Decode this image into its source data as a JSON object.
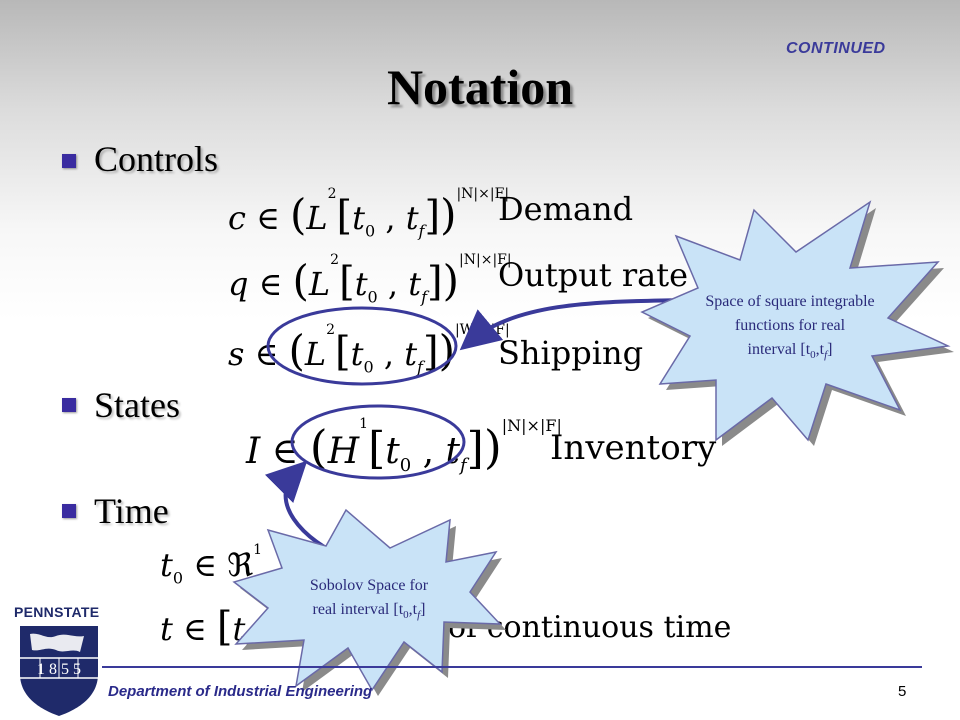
{
  "header": {
    "continued": "CONTINUED",
    "title": "Notation"
  },
  "bullets": {
    "controls": "Controls",
    "states": "States",
    "time": "Time"
  },
  "controls": [
    {
      "var": "c",
      "space": "L",
      "exp": "2",
      "dim": "|N|×|F|",
      "label": "Demand"
    },
    {
      "var": "q",
      "space": "L",
      "exp": "2",
      "dim": "|N|×|F|",
      "label": "Output rate"
    },
    {
      "var": "s",
      "space": "L",
      "exp": "2",
      "dim": "|W|×|F|",
      "label": "Shipping"
    }
  ],
  "states": {
    "var": "I",
    "space": "H",
    "exp": "1",
    "dim": "|N|×|F|",
    "label": "Inventory"
  },
  "time": {
    "line1_var": "t",
    "line1_sub": "0",
    "line1_set": "ℜ",
    "line1_exp": "1",
    "line2_var": "t",
    "line2_fragment": "of continuous time"
  },
  "callouts": {
    "l2": {
      "line1": "Space of square integrable",
      "line2": "functions for real",
      "line3_prefix": "interval [t",
      "line3_mid": ",t",
      "line3_suffix": "]"
    },
    "h1": {
      "line1": "Sobolov Space for",
      "line2_prefix": "real interval [t",
      "line2_mid": ",t",
      "line2_suffix": "]"
    }
  },
  "footer": {
    "department": "Department of Industrial Engineering",
    "page": "5",
    "logo_text": "PENNSTATE",
    "logo_year": "1 8 5 5"
  },
  "colors": {
    "accent": "#3a2ca0",
    "callout_fill": "#c9e3f7",
    "arrow": "#3a3a9a"
  }
}
